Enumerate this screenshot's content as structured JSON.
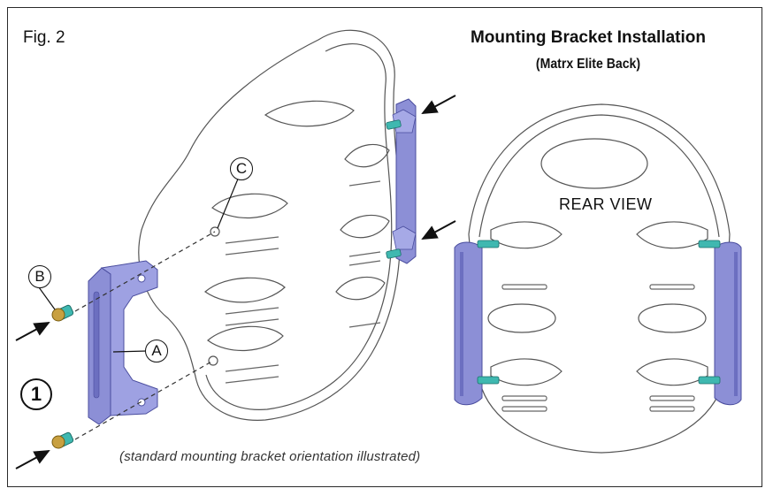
{
  "figure": {
    "label": "Fig. 2",
    "title": "Mounting Bracket Installation",
    "subtitle": "(Matrx Elite Back)",
    "caption": "(standard mounting bracket orientation illustrated)",
    "view_label": "REAR VIEW",
    "step_number": "1"
  },
  "callouts": {
    "a": "A",
    "b": "B",
    "c": "C"
  },
  "colors": {
    "bracket": "#8c8fd6",
    "bracket_dark": "#5a5db0",
    "bolt": "#3fb8b0",
    "outline": "#555555"
  }
}
